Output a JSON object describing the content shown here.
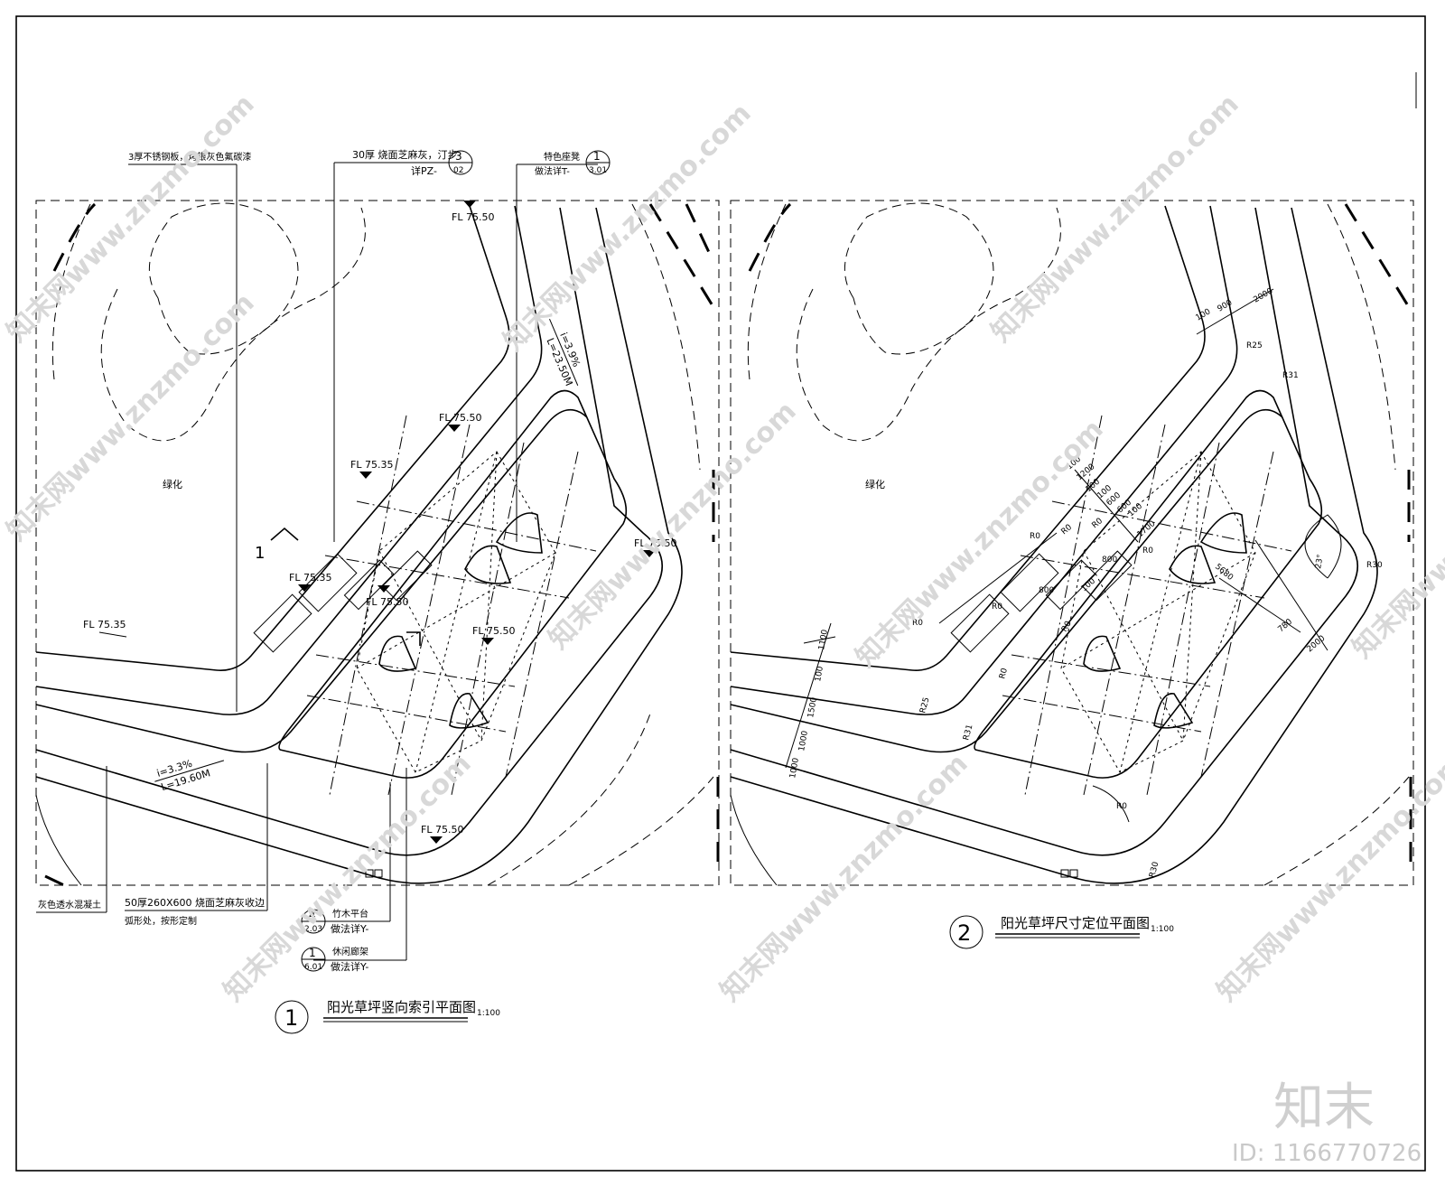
{
  "left_plan": {
    "green_label": "绿化",
    "section_mark": "1",
    "elevations": [
      "FL 75.50",
      "FL 75.50",
      "FL 75.35",
      "FL 75.35",
      "FL 75.35",
      "FL 75.50",
      "FL 75.50",
      "FL 75.50",
      "FL 75.50"
    ],
    "slope_top": {
      "i": "i=3.9%",
      "L": "L=23.50M"
    },
    "slope_bottom": {
      "i": "i=3.3%",
      "L": "L=19.60M"
    },
    "callouts": {
      "steel_plate": "3厚不锈钢板，烤银灰色氟碳漆",
      "stepping_stone": "30厚 烧面芝麻灰，汀步",
      "stepping_ref": "详PZ-",
      "stepping_circle_top": "3",
      "stepping_circle_bottom": "02",
      "bench": "特色座凳",
      "bench_ref": "做法详T-",
      "bench_circle_top": "1",
      "bench_circle_bottom": "3.01",
      "concrete": "灰色透水混凝土",
      "curb": "50厚260X600 烧面芝麻灰收边",
      "curb_note": "弧形处，按形定制",
      "platform": "竹木平台",
      "platform_ref": "做法详Y-",
      "platform_circle_top": "4",
      "platform_circle_bottom": "2.03",
      "pergola": "休闲廊架",
      "pergola_ref": "做法详Y-",
      "pergola_circle_top": "1",
      "pergola_circle_bottom": "6.01"
    },
    "title": {
      "number": "1",
      "text": "阳光草坪竖向索引平面图",
      "scale": "1:100"
    }
  },
  "right_plan": {
    "green_label": "绿化",
    "dimensions": [
      "100",
      "900",
      "2000",
      "R25",
      "R31",
      "R30",
      "23°",
      "2000",
      "780",
      "5680",
      "100",
      "1200",
      "100",
      "100",
      "600",
      "600",
      "100",
      "1700",
      "R0",
      "R0",
      "R0",
      "R0",
      "800",
      "800",
      "100",
      "1100",
      "100",
      "1500",
      "1000",
      "1000",
      "R25",
      "R31",
      "R30",
      "R0",
      "R0",
      "R0",
      "R0",
      "R0"
    ],
    "title": {
      "number": "2",
      "text": "阳光草坪尺寸定位平面图",
      "scale": "1:100"
    }
  },
  "watermark": {
    "repeat": "知末网www.znzmo.com",
    "logo": "知末",
    "id": "ID: 1166770726"
  }
}
